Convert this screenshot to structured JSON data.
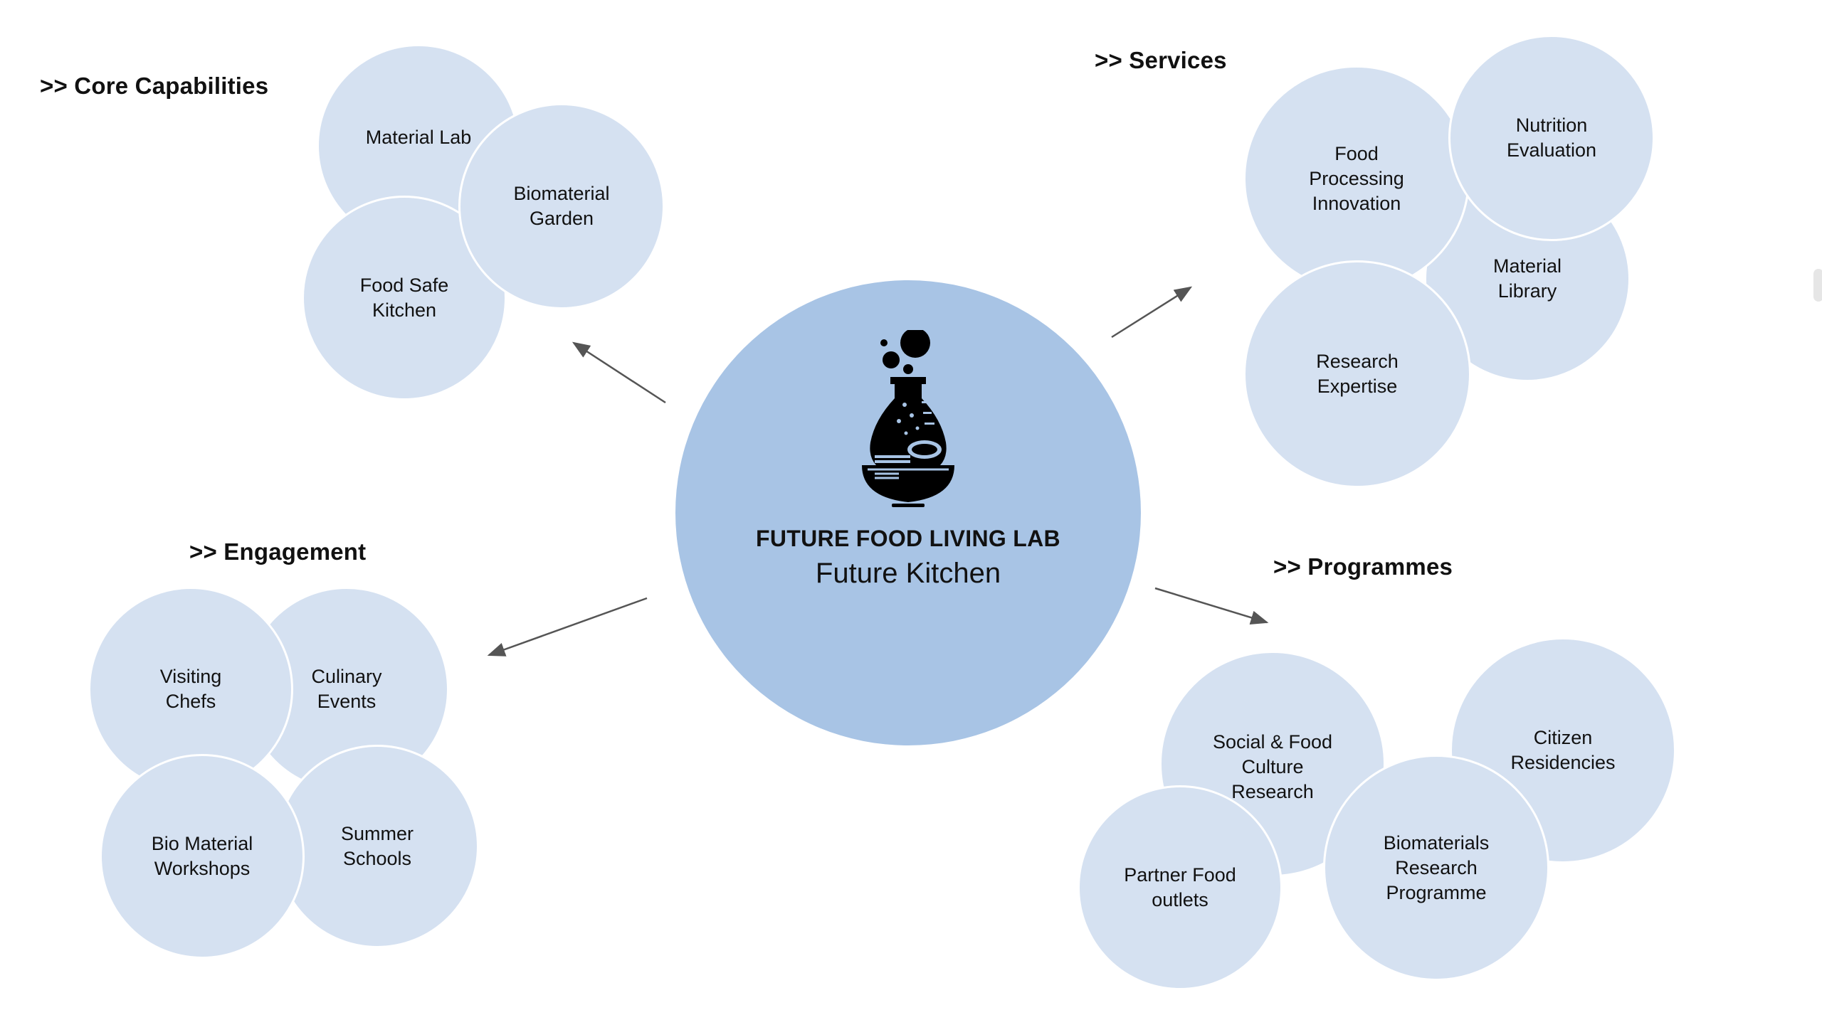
{
  "colors": {
    "bubble": "#d5e1f1",
    "center": "#a8c4e5",
    "arrow": "#555555"
  },
  "center": {
    "title": "FUTURE FOOD LIVING LAB",
    "subtitle": "Future Kitchen",
    "icon": "flask-icon"
  },
  "sections": {
    "core": {
      "heading": ">> Core Capabilities",
      "items": [
        "Material Lab",
        "Biomaterial\nGarden",
        "Food Safe\nKitchen"
      ]
    },
    "services": {
      "heading": ">> Services",
      "items": [
        "Food\nProcessing\nInnovation",
        "Nutrition\nEvaluation",
        "Material\nLibrary",
        "Research\nExpertise"
      ]
    },
    "engagement": {
      "heading": ">> Engagement",
      "items": [
        "Visiting\nChefs",
        "Culinary\nEvents",
        "Bio Material\nWorkshops",
        "Summer\nSchools"
      ]
    },
    "programmes": {
      "heading": ">> Programmes",
      "items": [
        "Social & Food\nCulture\nResearch",
        "Citizen\nResidencies",
        "Partner Food\noutlets",
        "Biomaterials\nResearch\nProgramme"
      ]
    }
  }
}
